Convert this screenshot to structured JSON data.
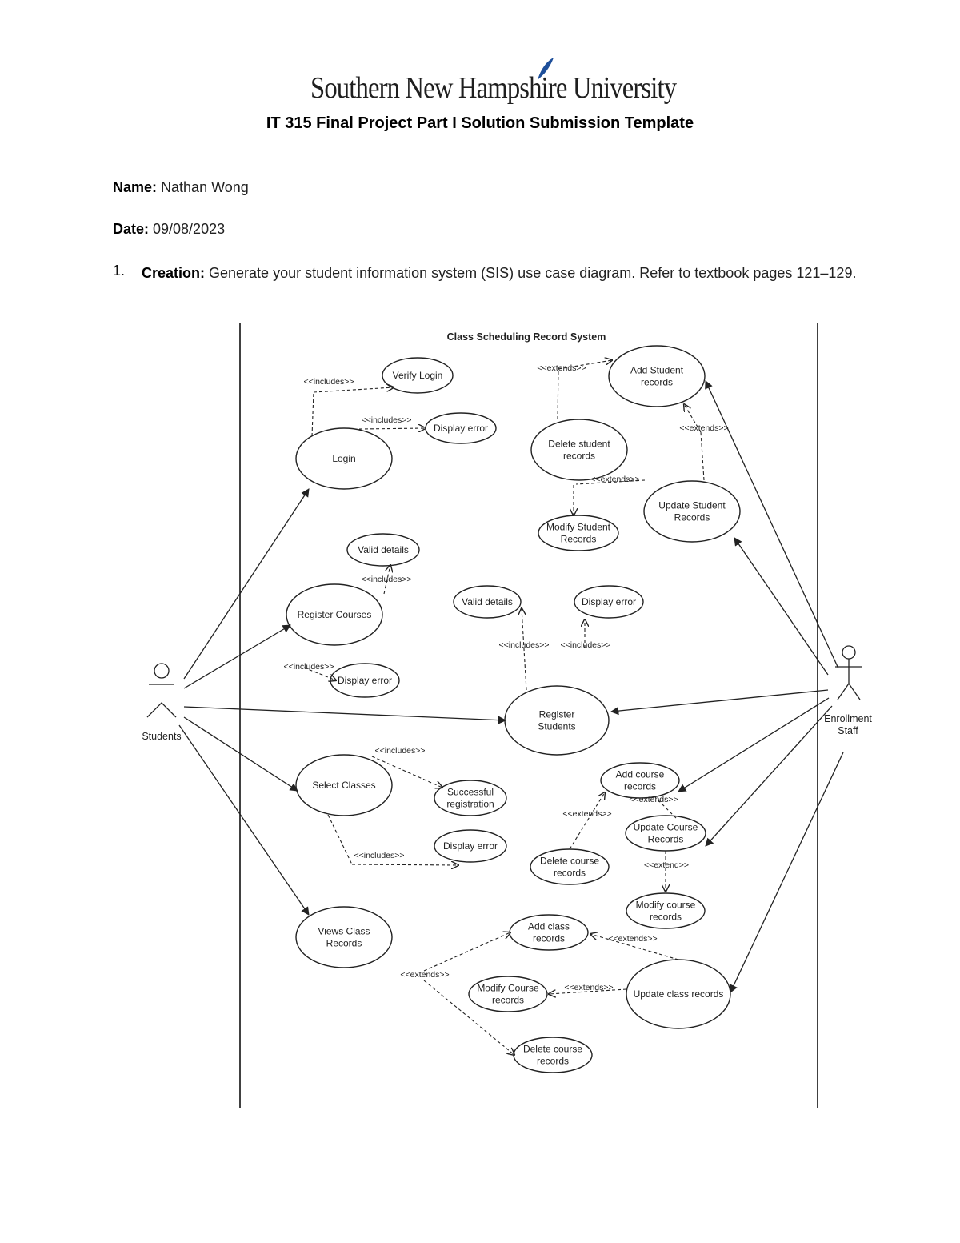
{
  "header": {
    "university": "Southern New Hampshire University",
    "title": "IT 315 Final Project Part I Solution Submission Template"
  },
  "fields": {
    "name_label": "Name:",
    "name_value": " Nathan Wong",
    "date_label": "Date:",
    "date_value": " 09/08/2023"
  },
  "question": {
    "number": "1.",
    "label": "Creation:",
    "text": " Generate your student information system (SIS) use case diagram. Refer to textbook pages 121–129."
  },
  "diagram": {
    "system_title": "Class Scheduling Record System",
    "actors": {
      "students": "Students",
      "staff_line1": "Enrollment",
      "staff_line2": "Staff"
    },
    "use_cases": {
      "verify_login": [
        "Verify Login"
      ],
      "display_error_login": [
        "Display error"
      ],
      "login": [
        "Login"
      ],
      "valid_details_1": [
        "Valid details"
      ],
      "register_courses": [
        "Register Courses"
      ],
      "display_error_courses": [
        "Display error"
      ],
      "select_classes": [
        "Select Classes"
      ],
      "successful_registration": [
        "Successful",
        "registration"
      ],
      "display_error_classes": [
        "Display error"
      ],
      "views_class_records": [
        "Views Class",
        "Records"
      ],
      "add_student_records": [
        "Add Student",
        "records"
      ],
      "delete_student_records": [
        "Delete student",
        "records"
      ],
      "update_student_records": [
        "Update Student",
        "Records"
      ],
      "modify_student_records": [
        "Modify Student",
        "Records"
      ],
      "valid_details_2": [
        "Valid details"
      ],
      "display_error_students": [
        "Display error"
      ],
      "register_students": [
        "Register",
        "Students"
      ],
      "add_course_records": [
        "Add course",
        "records"
      ],
      "update_course_records": [
        "Update Course",
        "Records"
      ],
      "delete_course_records_1": [
        "Delete course",
        "records"
      ],
      "modify_course_records_1": [
        "Modify course",
        "records"
      ],
      "add_class_records": [
        "Add class",
        "records"
      ],
      "modify_course_records_2": [
        "Modify Course",
        "records"
      ],
      "update_class_records": [
        "Update class records"
      ],
      "delete_course_records_2": [
        "Delete course",
        "records"
      ]
    },
    "stereotypes": {
      "includes": "<<includes>>",
      "extends": "<<extends>>",
      "extend": "<<extend>>"
    }
  }
}
